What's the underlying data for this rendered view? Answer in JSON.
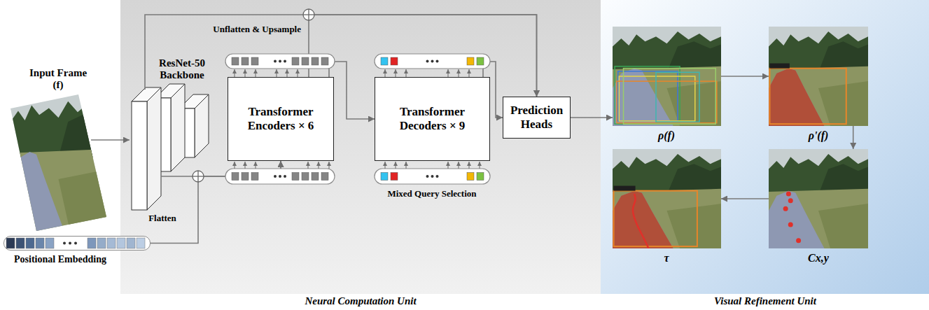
{
  "diagram": {
    "nodes": [
      {
        "text": [
          "Input Frame (f)"
        ]
      },
      {
        "text": [
          "Positional Embedding"
        ]
      },
      {
        "text": [
          "Neural Computation Unit"
        ]
      },
      {
        "text": [
          "ResNet-50 Backbone"
        ],
        "in": 2
      },
      {
        "text": [
          "Transformer Encoders × 6"
        ],
        "in": 2
      },
      {
        "text": [
          "Transformer Decoders × 9"
        ],
        "in": 2
      },
      {
        "text": [
          "Prediction Heads"
        ],
        "in": 2
      },
      {
        "text": [
          "Visual Refinement Unit"
        ]
      },
      {
        "text": [
          "ρ(f)"
        ],
        "in": 7
      },
      {
        "text": [
          "ρ'(f)"
        ],
        "in": 7
      },
      {
        "text": [
          "Cx,y"
        ],
        "in": 7
      },
      {
        "text": [
          "τ"
        ],
        "in": 7
      }
    ],
    "edges": [
      {
        "from": 0,
        "to": 3,
        "arrow": "to"
      },
      {
        "from": 3,
        "to": 4,
        "arrow": "to"
      },
      {
        "from": 1,
        "to": 4,
        "arrow": "to"
      },
      {
        "from": 4,
        "to": 5,
        "arrow": "to"
      },
      {
        "from": 5,
        "to": 6,
        "arrow": "to"
      },
      {
        "from": 3,
        "to": 6,
        "arrow": "to"
      },
      {
        "from": 4,
        "to": 6,
        "arrow": "to"
      },
      {
        "from": 6,
        "to": 8,
        "arrow": "to"
      },
      {
        "from": 8,
        "to": 9,
        "arrow": "to"
      },
      {
        "from": 9,
        "to": 10,
        "arrow": "to"
      },
      {
        "from": 10,
        "to": 11,
        "arrow": "to"
      }
    ],
    "labels": [
      "Flatten",
      "Unflatten & Upsample",
      "Mixed Query Selection"
    ]
  }
}
